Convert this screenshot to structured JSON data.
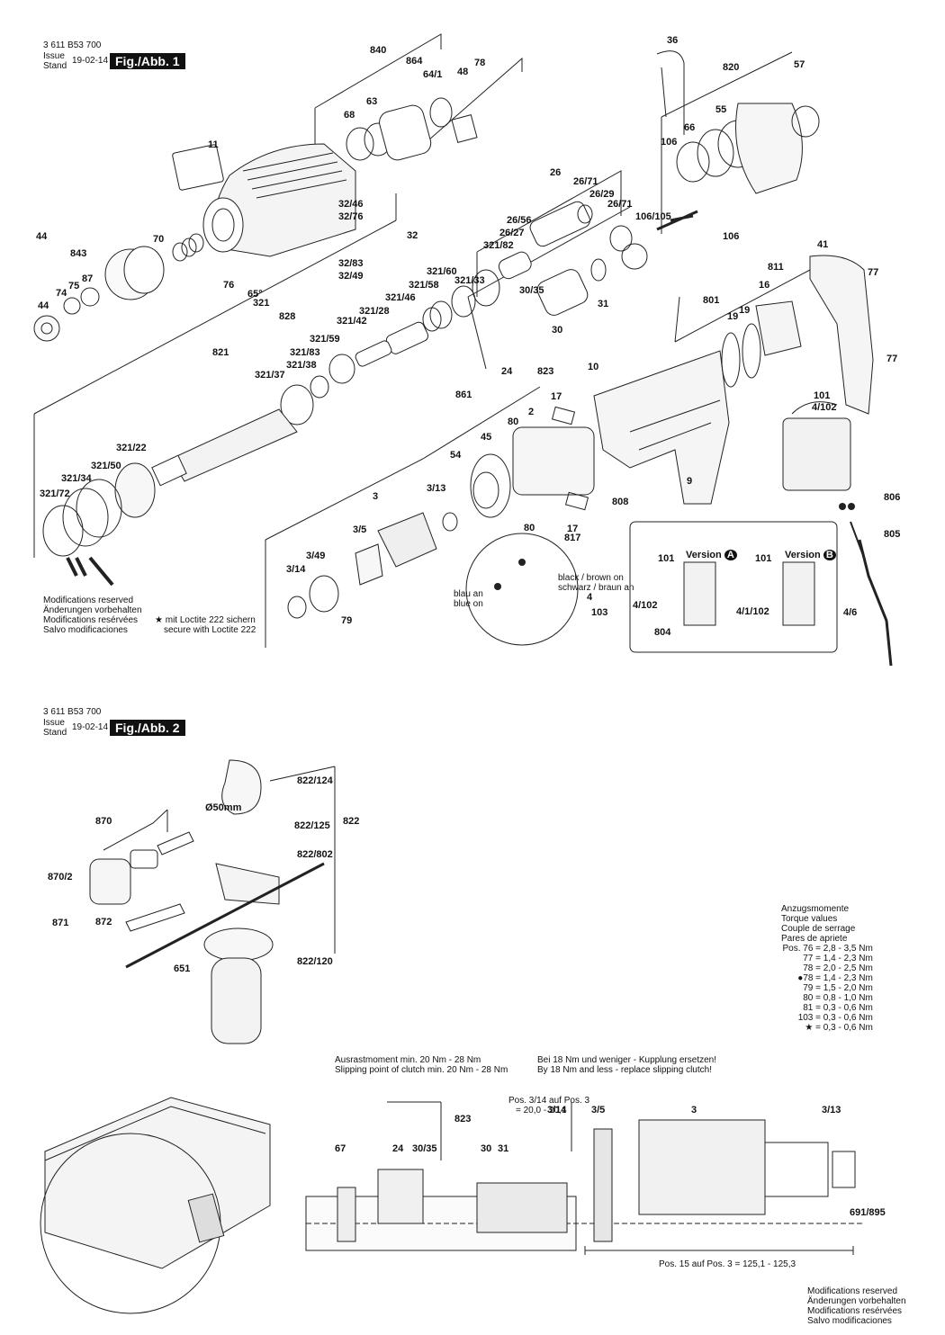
{
  "fig1": {
    "header": {
      "part_no": "3 611 B53 700",
      "issue": "Issue",
      "stand": "Stand",
      "date": "19-02-14",
      "fig_label": "Fig./Abb. 1"
    },
    "labels": [
      "840",
      "864",
      "64/1",
      "48",
      "78",
      "36",
      "820",
      "57",
      "63",
      "68",
      "55",
      "66",
      "11",
      "106",
      "26",
      "26/71",
      "26/29",
      "26/71",
      "32/46",
      "32/76",
      "106/105",
      "32",
      "26/56",
      "26/27",
      "106",
      "44",
      "70",
      "843",
      "87",
      "75",
      "74",
      "44",
      "65°",
      "32/83",
      "32/49",
      "76",
      "321/82",
      "321/60",
      "321/33",
      "321/58",
      "30/35",
      "321/46",
      "31",
      "30",
      "321",
      "828",
      "321/42",
      "321/28",
      "321/59",
      "41",
      "77",
      "811",
      "16",
      "19",
      "19",
      "801",
      "321/83",
      "321/38",
      "321/37",
      "821",
      "861",
      "24",
      "823",
      "10",
      "17",
      "2",
      "80",
      "101",
      "4/102",
      "9",
      "54",
      "45",
      "321/22",
      "321/50",
      "321/34",
      "321/72",
      "3",
      "3/13",
      "3/5",
      "3/49",
      "3/14",
      "80",
      "17",
      "817",
      "4",
      "103",
      "806",
      "805",
      "808",
      "79",
      "4/6",
      "101",
      "4/102",
      "804",
      "101",
      "4/1/102",
      "77"
    ],
    "notes": {
      "modifications": [
        "Modifications reserved",
        "Änderungen vorbehalten",
        "Modifications resérvées",
        "Salvo modificaciones"
      ],
      "loctite": [
        "mit Loctite 222 sichern",
        "secure with Loctite 222"
      ],
      "wiring": [
        "black / brown on",
        "schwarz / braun an",
        "blau an",
        "blue on"
      ],
      "version_a": "Version",
      "version_b": "Version"
    }
  },
  "fig2": {
    "header": {
      "part_no": "3 611 B53 700",
      "issue": "Issue",
      "stand": "Stand",
      "date": "19-02-14",
      "fig_label": "Fig./Abb. 2"
    },
    "labels": [
      "822/124",
      "Ø50mm",
      "870",
      "822/125",
      "822",
      "822/802",
      "870/2",
      "871",
      "872",
      "651",
      "822/120",
      "691/895",
      "67",
      "24",
      "30/35",
      "823",
      "30",
      "31",
      "3/14",
      "3/5",
      "3",
      "3/13"
    ],
    "torque": {
      "title": [
        "Anzugsmomente",
        "Torque values",
        "Couple de serrage",
        "Pares de apriete"
      ],
      "rows": [
        {
          "k": "Pos. 76 =",
          "v": "2,8 - 3,5 Nm"
        },
        {
          "k": "77 =",
          "v": "1,4 - 2,3 Nm"
        },
        {
          "k": "78 =",
          "v": "2,0 - 2,5 Nm"
        },
        {
          "k": "●78 =",
          "v": "1,4 - 2,3 Nm"
        },
        {
          "k": "79 =",
          "v": "1,5 - 2,0 Nm"
        },
        {
          "k": "80 =",
          "v": "0,8 - 1,0 Nm"
        },
        {
          "k": "81 =",
          "v": "0,3 - 0,6 Nm"
        },
        {
          "k": "103 =",
          "v": "0,3 - 0,6 Nm"
        },
        {
          "k": "★ =",
          "v": "0,3 - 0,6 Nm"
        }
      ]
    },
    "clutch": [
      "Ausrastmoment min. 20 Nm - 28 Nm",
      "Slipping point of clutch min. 20 Nm - 28 Nm"
    ],
    "replace": [
      "Bei 18 Nm und weniger - Kupplung ersetzen!",
      "By 18 Nm and less - replace slipping clutch!"
    ],
    "pos314": [
      "Pos. 3/14 auf Pos. 3",
      "= 20,0 - 20,1"
    ],
    "pos15": "Pos. 15 auf Pos. 3 = 125,1 - 125,3",
    "modifications": [
      "Modifications reserved",
      "Änderungen vorbehalten",
      "Modifications resérvées",
      "Salvo modificaciones"
    ]
  }
}
